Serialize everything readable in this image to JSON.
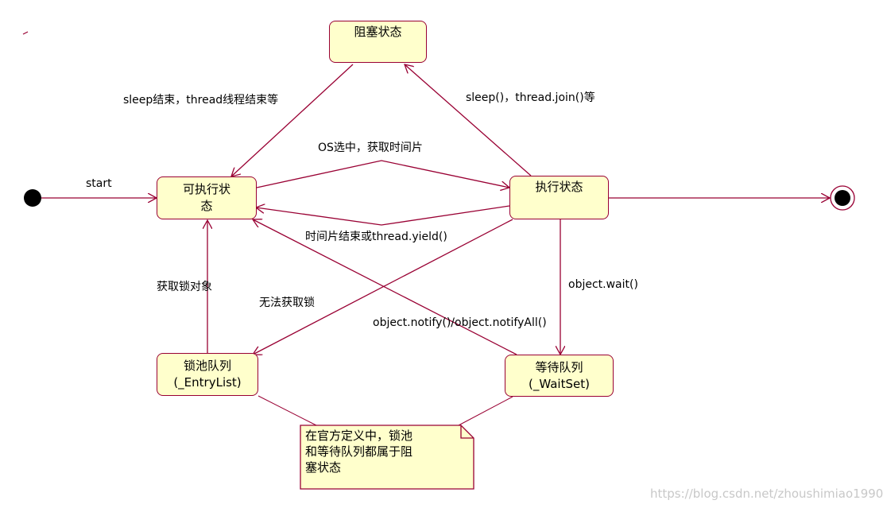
{
  "states": {
    "blocked": "阻塞状态",
    "runnable": "可执行状\n态",
    "running": "执行状态",
    "entry_list": "锁池队列\n(_EntryList)",
    "wait_set": "等待队列\n(_WaitSet)"
  },
  "transitions": {
    "start": "start",
    "sleep_end": "sleep结束，thread线程结束等",
    "sleep_join": "sleep()，thread.join()等",
    "os_select": "OS选中，获取时间片",
    "yield": "时间片结束或thread.yield()",
    "acquire_lock": "获取锁对象",
    "cannot_lock": "无法获取锁",
    "notify": "object.notify()/object.notifyAll()",
    "wait": "object.wait()"
  },
  "note": "在官方定义中，锁池\n和等待队列都属于阻\n塞状态",
  "watermark": "https://blog.csdn.net/zhoushimiao1990",
  "colors": {
    "line": "#990033",
    "fill": "#ffffcc"
  }
}
